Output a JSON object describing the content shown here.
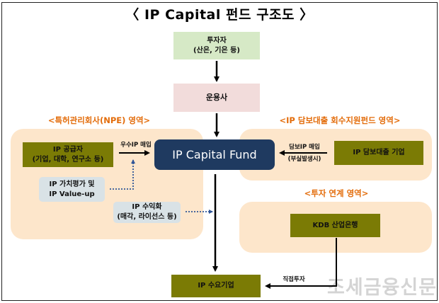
{
  "title": "〈 IP Capital 펀드 구조도 〉",
  "nodes": {
    "investor": {
      "line1": "투자자",
      "line2": "(산은, 기은 등)"
    },
    "manager": {
      "label": "운용사"
    },
    "fund": {
      "label": "IP Capital Fund"
    },
    "ip_supplier": {
      "line1": "IP 공급자",
      "line2": "(기업, 대학, 연구소 등)"
    },
    "ip_valuation": {
      "line1": "IP 가치평가  및",
      "line2": "IP Value-up"
    },
    "ip_monetization": {
      "line1": "IP 수익화",
      "line2": "(매각, 라이선스 등)"
    },
    "ip_loan_company": {
      "label": "IP 담보대출  기업"
    },
    "kdb": {
      "label": "KDB 산업은행"
    },
    "ip_demand": {
      "label": "IP 수요기업"
    }
  },
  "regions": {
    "npe": "<특허관리회사(NPE) 영역>",
    "loan_recovery": "<IP 담보대출 회수지원펀드 영역>",
    "investment_link": "<투자 연계 영역>"
  },
  "edge_labels": {
    "excellent_ip_purchase": "우수IP 매입",
    "collateral_ip_purchase": "담보IP 매입",
    "on_default": "(부실발생시)",
    "direct_investment": "직접투자"
  },
  "watermark": "조세금융신문",
  "colors": {
    "region_title": "#e36c0a",
    "region_fill": "#fde6cb",
    "fund": "#1f3a60",
    "olive": "#7b7b05",
    "investor": "#d6e9c6",
    "manager": "#f2dcdb",
    "process": "#d9e2e6"
  }
}
